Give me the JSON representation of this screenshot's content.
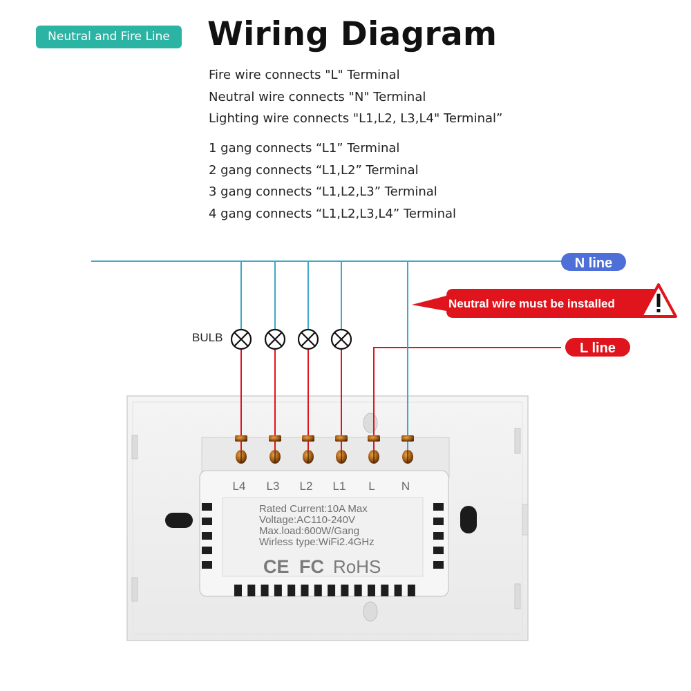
{
  "badge": {
    "label": "Neutral and Fire Line"
  },
  "title": "Wiring Diagram",
  "terminal_lines": [
    "Fire wire connects \"L\" Terminal",
    "Neutral wire connects \"N\" Terminal",
    "Lighting wire connects \"L1,L2, L3,L4\" Terminal”"
  ],
  "gang_lines": [
    "1 gang connects “L1”  Terminal",
    "2 gang connects “L1,L2”  Terminal",
    "3 gang connects “L1,L2,L3”  Terminal",
    "4 gang connects “L1,L2,L3,L4”  Terminal"
  ],
  "labels": {
    "n_line": "N line",
    "l_line": "L line",
    "warning": "Neutral wire must be installed",
    "bulb": "BULB"
  },
  "terminals": [
    "L4",
    "L3",
    "L2",
    "L1",
    "L",
    "N"
  ],
  "spec": [
    "Rated Current:10A Max",
    "Voltage:AC110-240V",
    "Max.load:600W/Gang",
    "Wirless type:WiFi2.4GHz"
  ],
  "certifications": [
    "CE",
    "FC",
    "RoHS"
  ],
  "colors": {
    "accent": "#2bb3a3",
    "neutral_wire": "#3fa6c5",
    "live_wire": "#e0141c",
    "n_badge": "#4e6fd8",
    "red_badge": "#e0141c"
  }
}
